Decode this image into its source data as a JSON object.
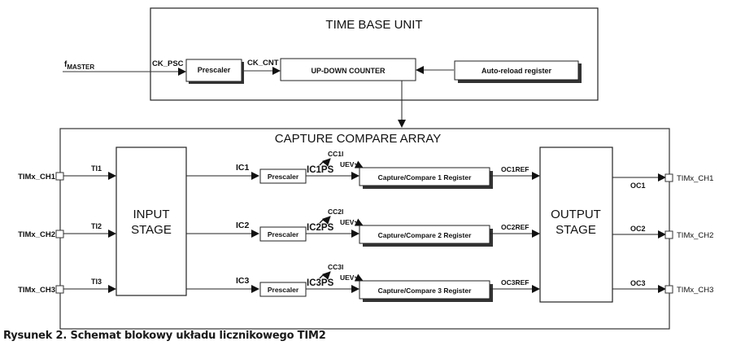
{
  "time_base_unit": {
    "title": "TIME BASE UNIT",
    "input_label_main": "f",
    "input_label_sub": "MASTER",
    "ck_psc": "CK_PSC",
    "prescaler": "Prescaler",
    "ck_cnt": "CK_CNT",
    "counter": "UP-DOWN COUNTER",
    "auto_reload": "Auto-reload register"
  },
  "capture_compare_array": {
    "title": "CAPTURE COMPARE ARRAY",
    "input_stage": [
      "INPUT",
      "STAGE"
    ],
    "output_stage": [
      "OUTPUT",
      "STAGE"
    ],
    "channels": [
      {
        "pin_in": "TIMx_CH1",
        "ti": "TI1",
        "ic": "IC1",
        "prescaler": "Prescaler",
        "icps": "IC1PS",
        "ccxi": "CC1I",
        "uev": "UEV",
        "register": "Capture/Compare 1 Register",
        "ocref": "OC1REF",
        "oc": "OC1",
        "pin_out": "TIMx_CH1"
      },
      {
        "pin_in": "TIMx_CH2",
        "ti": "TI2",
        "ic": "IC2",
        "prescaler": "Prescaler",
        "icps": "IC2PS",
        "ccxi": "CC2I",
        "uev": "UEV",
        "register": "Capture/Compare 2 Register",
        "ocref": "OC2REF",
        "oc": "OC2",
        "pin_out": "TIMx_CH2"
      },
      {
        "pin_in": "TIMx_CH3",
        "ti": "TI3",
        "ic": "IC3",
        "prescaler": "Prescaler",
        "icps": "IC3PS",
        "ccxi": "CC3I",
        "uev": "UEV",
        "register": "Capture/Compare 3 Register",
        "ocref": "OC3REF",
        "oc": "OC3",
        "pin_out": "TIMx_CH3"
      }
    ]
  },
  "caption": "Rysunek 2. Schemat blokowy układu licznikowego TIM2"
}
